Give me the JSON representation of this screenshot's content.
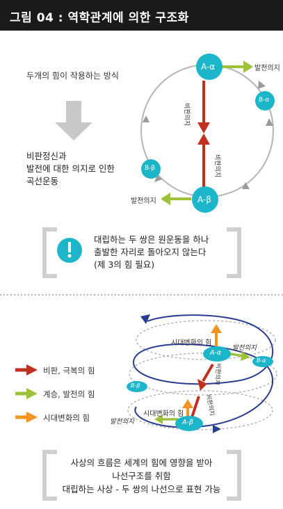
{
  "header": {
    "title": "그림 04 : 역학관계에 의한 구조화"
  },
  "top": {
    "label_force": "두개의 힘이 작용하는 방식",
    "label_curve": [
      "비판정신과",
      "발전에 대한 의지로 인한",
      "곡선운동"
    ],
    "node_a_alpha": "A-α",
    "node_b_alpha": "B-α",
    "node_b_beta": "B-β",
    "node_a_beta": "A-β",
    "will_top": "발전의지",
    "will_bottom": "발전의지",
    "critique_down": "비판의지",
    "critique_up": "비판의지",
    "callout": [
      "대립하는 두 쌍은 원운동을 하나",
      "출발한 자리로 돌아오지 않는다",
      "(제 3의 힘 필요)"
    ]
  },
  "bottom": {
    "legend": [
      {
        "label": "비판, 극복의 힘",
        "color": "#c0301f"
      },
      {
        "label": "계승, 발전의 힘",
        "color": "#9dc13a"
      },
      {
        "label": "시대변화의 힘",
        "color": "#f29422"
      }
    ],
    "era_top": "시대변화의 힘",
    "era_bottom": "시대변화의 힘",
    "will_a": "발전의지",
    "will_b": "발전의지",
    "critique_down": "비판의지",
    "critique_up": "비판의지",
    "node_a_alpha": "A-α",
    "node_b_alpha": "B-α",
    "node_b_beta": "B-β",
    "node_a_beta": "A-β",
    "caption": [
      "사상의 흐름은 세계의 힘에 영향을 받아",
      "나선구조를 취함",
      "대립하는 사상 - 두 쌍의 나선으로 표현 가능"
    ]
  },
  "colors": {
    "teal": "#1db5c9",
    "red": "#c0301f",
    "green": "#9dc13a",
    "orange": "#f29422",
    "navy": "#2a3c8f",
    "gray": "#bbbbbb"
  }
}
